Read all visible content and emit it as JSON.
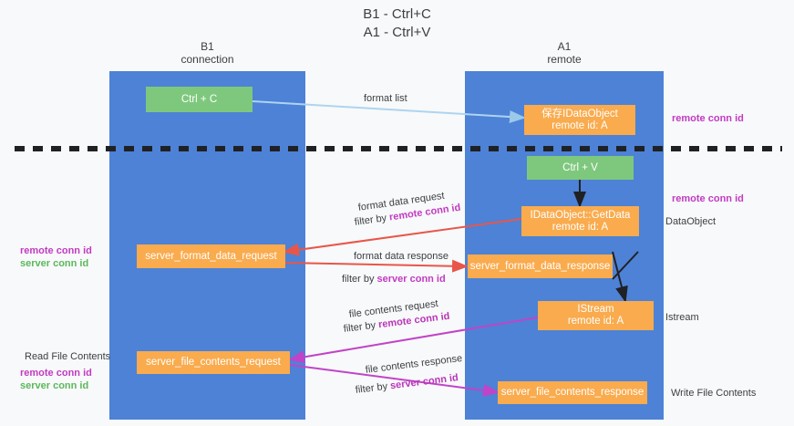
{
  "title": "B1 - Ctrl+C\nA1 - Ctrl+V",
  "lanes": [
    {
      "name": "left",
      "title": "B1\nconnection"
    },
    {
      "name": "right",
      "title": "A1\nremote"
    }
  ],
  "nodes": [
    {
      "id": "ctrl-c",
      "label": "Ctrl + C",
      "color": "green"
    },
    {
      "id": "save-idataobject",
      "label": "保存IDataObject\nremote id: A",
      "color": "orange"
    },
    {
      "id": "ctrl-v",
      "label": "Ctrl + V",
      "color": "green"
    },
    {
      "id": "idataobject-getdata",
      "label": "IDataObject::GetData\nremote id: A",
      "color": "orange"
    },
    {
      "id": "server-format-data-request",
      "label": "server_format_data_request",
      "color": "orange"
    },
    {
      "id": "server-format-data-response",
      "label": "server_format_data_response",
      "color": "orange"
    },
    {
      "id": "istream",
      "label": "IStream\nremote id: A",
      "color": "orange"
    },
    {
      "id": "server-file-contents-request",
      "label": "server_file_contents_request",
      "color": "orange"
    },
    {
      "id": "server-file-contents-response",
      "label": "server_file_contents_response",
      "color": "orange"
    }
  ],
  "edge_labels": {
    "format_list": "format list",
    "format_data_request": "format data request",
    "format_data_request_filter_prefix": "filter by ",
    "format_data_request_filter_key": "remote conn id",
    "format_data_response": "format data response",
    "format_data_response_filter_prefix": "filter by ",
    "format_data_response_filter_key": "server conn id",
    "file_contents_request": "file contents request",
    "file_contents_request_filter_prefix": "filter by ",
    "file_contents_request_filter_key": "remote conn id",
    "file_contents_response": "file contents response",
    "file_contents_response_filter_prefix": "filter by ",
    "file_contents_response_filter_key": "server conn id"
  },
  "annotations": {
    "right_remote_conn_id_top": "remote conn id",
    "right_remote_conn_id_mid": "remote conn id",
    "dataobject": "DataObject",
    "istream": "Istream",
    "write_file_contents": "Write File Contents",
    "read_file_contents": "Read File Contents",
    "left_remote_conn_id": "remote conn id",
    "left_server_conn_id": "server conn id",
    "left_remote_conn_id_2": "remote conn id",
    "left_server_conn_id_2": "server conn id"
  },
  "colors": {
    "lane": "#4d82d6",
    "green_node": "#7ec87e",
    "orange_node": "#f9ab4e",
    "purple_text": "#c23ac2",
    "green_text": "#5bb85b",
    "red_arrow": "#e8564a",
    "magenta_arrow": "#c044c8",
    "blue_arrow": "#aed4f0",
    "divider": "#202124",
    "background": "#f8f9fa"
  }
}
